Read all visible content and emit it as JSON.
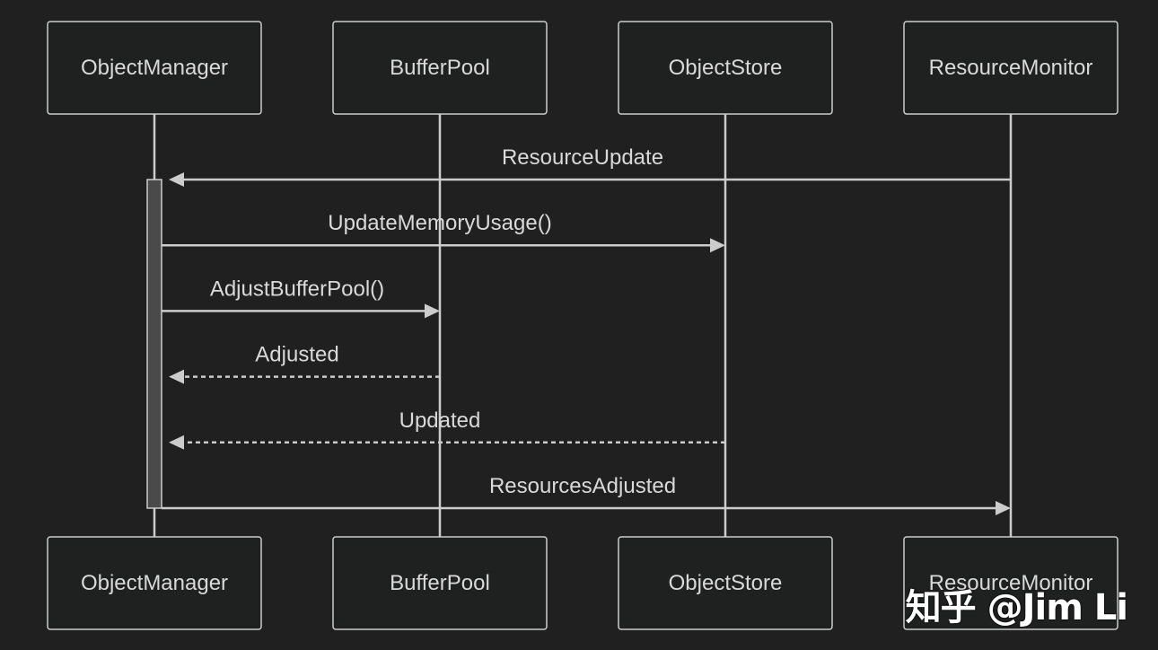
{
  "diagram": {
    "type": "sequence",
    "colors": {
      "background": "#202020",
      "stroke": "#cccccc",
      "text": "#d9d9d9",
      "activation": "#4a4a4a"
    },
    "participants": [
      {
        "id": "om",
        "label": "ObjectManager"
      },
      {
        "id": "bp",
        "label": "BufferPool"
      },
      {
        "id": "os",
        "label": "ObjectStore"
      },
      {
        "id": "rm",
        "label": "ResourceMonitor"
      }
    ],
    "messages": [
      {
        "from": "rm",
        "to": "om",
        "label": "ResourceUpdate",
        "style": "solid"
      },
      {
        "from": "om",
        "to": "os",
        "label": "UpdateMemoryUsage()",
        "style": "solid"
      },
      {
        "from": "om",
        "to": "bp",
        "label": "AdjustBufferPool()",
        "style": "solid"
      },
      {
        "from": "bp",
        "to": "om",
        "label": "Adjusted",
        "style": "dashed"
      },
      {
        "from": "os",
        "to": "om",
        "label": "Updated",
        "style": "dashed"
      },
      {
        "from": "om",
        "to": "rm",
        "label": "ResourcesAdjusted",
        "style": "solid"
      }
    ],
    "activation": {
      "participant": "om",
      "from_message": 0,
      "to_message": 5
    }
  },
  "watermark": {
    "text": "知乎 @Jim Li"
  }
}
